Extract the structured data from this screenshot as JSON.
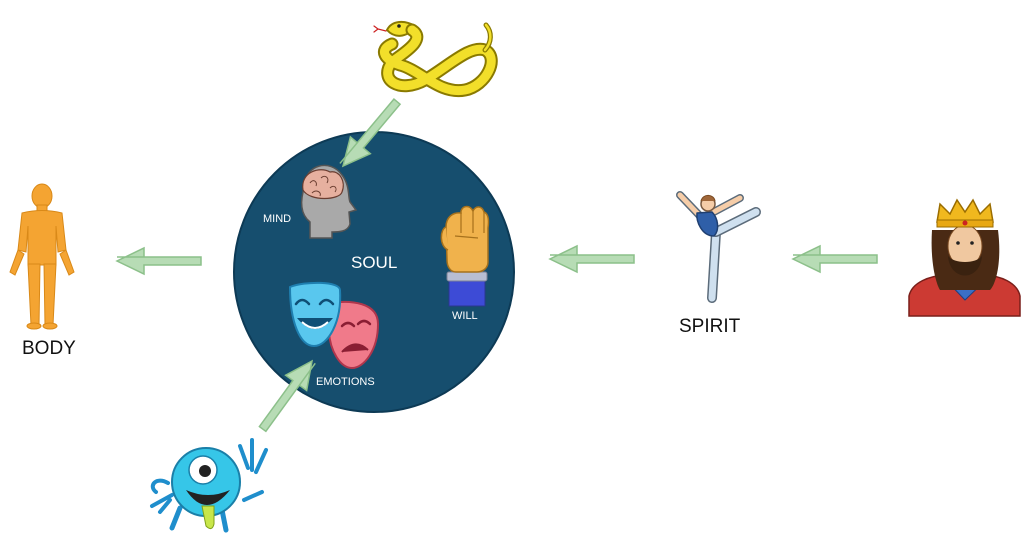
{
  "diagram": {
    "nodes": {
      "body": {
        "label": "BODY"
      },
      "soul": {
        "label": "SOUL"
      },
      "mind": {
        "label": "MIND"
      },
      "will": {
        "label": "WILL"
      },
      "emotions": {
        "label": "EMOTIONS"
      },
      "spirit": {
        "label": "SPIRIT"
      }
    },
    "icons": {
      "body": "human-figure-icon",
      "mind": "brain-head-icon",
      "will": "raised-fist-icon",
      "emotions": "theater-masks-icon",
      "spirit": "dancer-icon",
      "serpent": "serpent-icon",
      "monster": "monster-icon",
      "king": "crowned-king-icon"
    },
    "arrows": [
      {
        "from": "serpent",
        "to": "mind"
      },
      {
        "from": "monster",
        "to": "emotions"
      },
      {
        "from": "soul",
        "to": "body"
      },
      {
        "from": "spirit",
        "to": "soul"
      },
      {
        "from": "king",
        "to": "spirit"
      }
    ],
    "colors": {
      "soul_circle": "#164e6e",
      "arrow_fill": "#b7dcb5",
      "arrow_stroke": "#8cc08a",
      "body_figure": "#f4a432",
      "serpent": "#f2df2a",
      "monster": "#36c6e8",
      "king_robe": "#cc3a33",
      "crown": "#f0b81e"
    }
  }
}
